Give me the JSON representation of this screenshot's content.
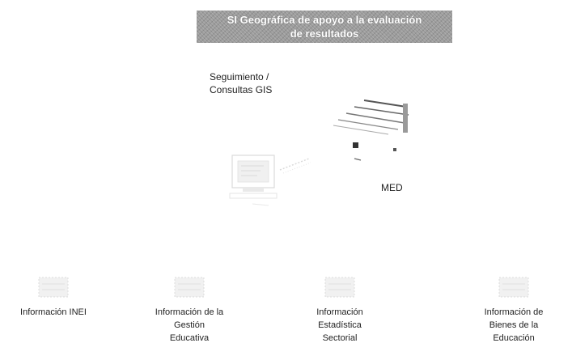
{
  "title": {
    "line1": "SI Geográfica de apoyo a la evaluación",
    "line2": "de resultados"
  },
  "seguimiento": {
    "line1": "Seguimiento /",
    "line2": "Consultas GIS"
  },
  "med_label": "MED",
  "sources": [
    {
      "lines": [
        "Información INEI"
      ]
    },
    {
      "lines": [
        "Información de la",
        "Gestión",
        "Educativa"
      ]
    },
    {
      "lines": [
        "Información",
        "Estadística",
        "Sectorial"
      ]
    },
    {
      "lines": [
        "Información de",
        "Bienes de la",
        "Educación"
      ]
    }
  ],
  "icons": {
    "computer": "desktop-computer-icon",
    "connection": "network-connection-icon",
    "server": "server-stack-icon",
    "source": "database-icon"
  }
}
